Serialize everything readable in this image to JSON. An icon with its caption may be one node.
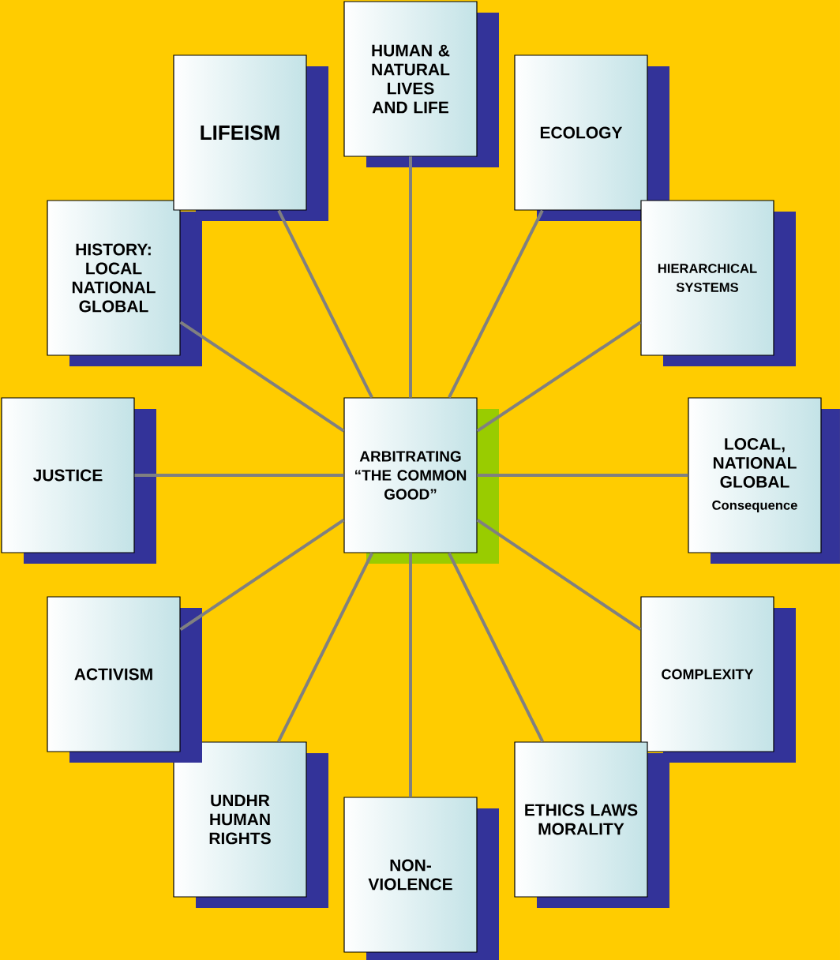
{
  "diagram": {
    "nodes": [
      {
        "text": [
          "ARBITRATING “THE COMMON GOOD”"
        ]
      },
      {
        "text": [
          "HUMAN & NATURAL LIVES AND LIFE"
        ]
      },
      {
        "text": [
          "ECOLOGY"
        ]
      },
      {
        "text": [
          "HIERARCHICAL SYSTEMS"
        ]
      },
      {
        "text": [
          "LOCAL, NATIONAL GLOBAL",
          "Consequence"
        ]
      },
      {
        "text": [
          "COMPLEXITY"
        ]
      },
      {
        "text": [
          "ETHICS LAWS MORALITY"
        ]
      },
      {
        "text": [
          "NON-VIOLENCE"
        ]
      },
      {
        "text": [
          "UNDHR HUMAN RIGHTS"
        ]
      },
      {
        "text": [
          "ACTIVISM"
        ]
      },
      {
        "text": [
          "JUSTICE"
        ]
      },
      {
        "text": [
          "HISTORY: LOCAL NATIONAL GLOBAL"
        ]
      },
      {
        "text": [
          "LIFEISM"
        ]
      }
    ],
    "edges": [
      {
        "from": 0,
        "to": 1,
        "arrow": "none"
      },
      {
        "from": 0,
        "to": 2,
        "arrow": "none"
      },
      {
        "from": 0,
        "to": 3,
        "arrow": "none"
      },
      {
        "from": 0,
        "to": 4,
        "arrow": "none"
      },
      {
        "from": 0,
        "to": 5,
        "arrow": "none"
      },
      {
        "from": 0,
        "to": 6,
        "arrow": "none"
      },
      {
        "from": 0,
        "to": 7,
        "arrow": "none"
      },
      {
        "from": 0,
        "to": 8,
        "arrow": "none"
      },
      {
        "from": 0,
        "to": 9,
        "arrow": "none"
      },
      {
        "from": 0,
        "to": 10,
        "arrow": "none"
      },
      {
        "from": 0,
        "to": 11,
        "arrow": "none"
      },
      {
        "from": 0,
        "to": 12,
        "arrow": "none"
      }
    ]
  }
}
